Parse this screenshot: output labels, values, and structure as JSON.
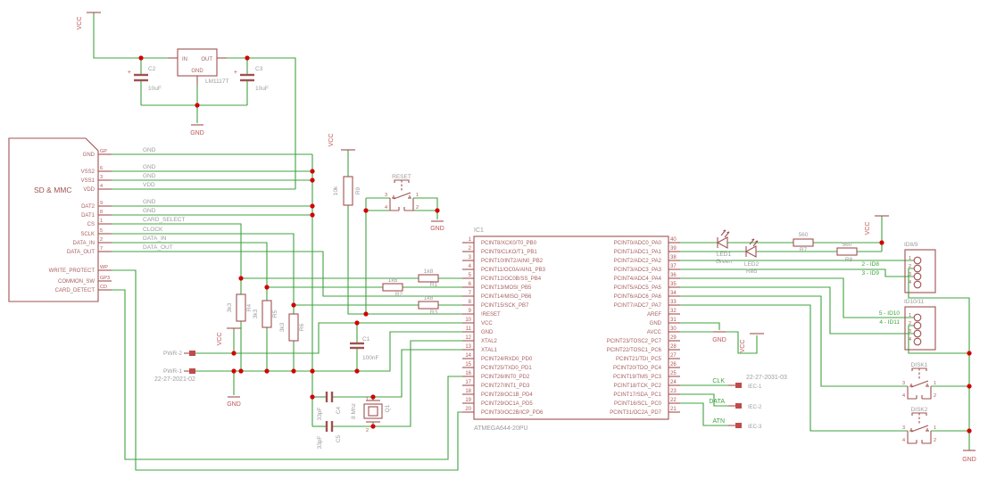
{
  "power": {
    "vcc": "VCC",
    "gnd": "GND"
  },
  "regulator": {
    "ref": "LM1117T",
    "pin_in": "IN",
    "pin_out": "OUT",
    "pin_gnd": "GND"
  },
  "capacitors": {
    "plus": "+",
    "c1": {
      "ref": "C1",
      "value": "100nF"
    },
    "c2": {
      "ref": "C2",
      "value": "10uF"
    },
    "c3": {
      "ref": "C3",
      "value": "10uF"
    },
    "c4": {
      "ref": "C4",
      "value": "33pF"
    },
    "c5": {
      "ref": "C5",
      "value": "33pF"
    }
  },
  "resistors": {
    "r1": {
      "ref": "R1",
      "value": "1k8"
    },
    "r2": {
      "ref": "R2",
      "value": "1k8"
    },
    "r3": {
      "ref": "R3",
      "value": "1k8"
    },
    "r4": {
      "ref": "R4",
      "value": "3k3"
    },
    "r5": {
      "ref": "R5",
      "value": "3k3"
    },
    "r6": {
      "ref": "R6",
      "value": "3k3"
    },
    "r7": {
      "ref": "R7",
      "value": "560"
    },
    "r8": {
      "ref": "R8",
      "value": "560"
    },
    "r9": {
      "ref": "R9",
      "value": "10k"
    }
  },
  "crystal": {
    "ref": "Q1",
    "value": "8 Mhz",
    "pin1": "1",
    "pin2": "2"
  },
  "leds": {
    "led1": {
      "ref": "LED1",
      "color": "Green"
    },
    "led2": {
      "ref": "LED2",
      "color": "Red"
    }
  },
  "switches": {
    "reset": {
      "name": "RESET"
    },
    "disk1": {
      "name": "DISK1"
    },
    "disk2": {
      "name": "DISK2"
    },
    "pins": {
      "p1": "1",
      "p2": "2",
      "p3": "3",
      "p4": "4"
    }
  },
  "sd": {
    "title": "SD & MMC",
    "pins": [
      {
        "name": "GND",
        "pad": "GP",
        "net": "GND"
      },
      {
        "name": "VSS2",
        "pad": "6",
        "net": "GND"
      },
      {
        "name": "VSS1",
        "pad": "3",
        "net": "GND"
      },
      {
        "name": "VDD",
        "pad": "4",
        "net": "VDD"
      },
      {
        "name": "DAT2",
        "pad": "9",
        "net": "GND"
      },
      {
        "name": "DAT1",
        "pad": "8",
        "net": "GND"
      },
      {
        "name": "CS",
        "pad": "1",
        "net": "CARD_SELECT"
      },
      {
        "name": "SCLK",
        "pad": "5",
        "net": "CLOCK"
      },
      {
        "name": "DATA_IN",
        "pad": "2",
        "net": "DATA_IN"
      },
      {
        "name": "DATA_OUT",
        "pad": "7",
        "net": "DATA_OUT"
      },
      {
        "name": "WRITE_PROTECT",
        "pad": "WP",
        "net": ""
      },
      {
        "name": "COMMON_SW",
        "pad": "GP3",
        "net": ""
      },
      {
        "name": "CARD_DETECT",
        "pad": "CD",
        "net": ""
      }
    ]
  },
  "ic1": {
    "ref": "IC1",
    "part": "ATMEGA644-20PU",
    "left": [
      {
        "num": "1",
        "name": "PCINT8/XCK0/T0_PB0"
      },
      {
        "num": "2",
        "name": "PCINT9/CLKO/T1_PB1"
      },
      {
        "num": "3",
        "name": "PCINT10/INT2/AIN0_PB2"
      },
      {
        "num": "4",
        "name": "PCINT11/OC0A/AIN1_PB3"
      },
      {
        "num": "5",
        "name": "PCINT12/OC0B/SS_PB4"
      },
      {
        "num": "6",
        "name": "PCINT13/MOSI_PB5"
      },
      {
        "num": "7",
        "name": "PCINT14/MISO_PB6"
      },
      {
        "num": "8",
        "name": "PCINT15/SCK_PB7"
      },
      {
        "num": "9",
        "name": "!RESET"
      },
      {
        "num": "10",
        "name": "VCC"
      },
      {
        "num": "11",
        "name": "GND"
      },
      {
        "num": "12",
        "name": "XTAL2"
      },
      {
        "num": "13",
        "name": "XTAL1"
      },
      {
        "num": "14",
        "name": "PCINT24/RXD0_PD0"
      },
      {
        "num": "15",
        "name": "PCINT25/TXD0_PD1"
      },
      {
        "num": "16",
        "name": "PCINT26/INT0_PD2"
      },
      {
        "num": "17",
        "name": "PCINT27/INT1_PD3"
      },
      {
        "num": "18",
        "name": "PCINT28/OC1B_PD4"
      },
      {
        "num": "19",
        "name": "PCINT29/OC1A_PD5"
      },
      {
        "num": "20",
        "name": "PCINT30/OC2B/ICP_PD6"
      }
    ],
    "right": [
      {
        "num": "40",
        "name": "PCINT0/ADC0_PA0"
      },
      {
        "num": "39",
        "name": "PCINT1/ADC1_PA1"
      },
      {
        "num": "38",
        "name": "PCINT2/ADC2_PA2"
      },
      {
        "num": "37",
        "name": "PCINT3/ADC3_PA3"
      },
      {
        "num": "36",
        "name": "PCINT4/ADC4_PA4"
      },
      {
        "num": "35",
        "name": "PCINT5/ADC5_PA5"
      },
      {
        "num": "34",
        "name": "PCINT6/ADC6_PA6"
      },
      {
        "num": "33",
        "name": "PCINT7/ADC7_PA7"
      },
      {
        "num": "32",
        "name": "AREF"
      },
      {
        "num": "31",
        "name": "GND"
      },
      {
        "num": "30",
        "name": "AVCC"
      },
      {
        "num": "29",
        "name": "PCINT23/TOSC2_PC7"
      },
      {
        "num": "28",
        "name": "PCINT22/TOSC1_PC6"
      },
      {
        "num": "27",
        "name": "PCINT21/TDI_PC5"
      },
      {
        "num": "26",
        "name": "PCINT20/TDO_PC4"
      },
      {
        "num": "25",
        "name": "PCINT19/TMS_PC3"
      },
      {
        "num": "24",
        "name": "PCINT18/TCK_PC2"
      },
      {
        "num": "23",
        "name": "PCINT17/SDA_PC1"
      },
      {
        "num": "22",
        "name": "PCINT16/SCL_PC0"
      },
      {
        "num": "21",
        "name": "PCINT31/OC2A_PD7"
      }
    ]
  },
  "connectors": {
    "id89": {
      "name": "ID8/9",
      "p1": "1",
      "p2": "2",
      "p3": "3",
      "p4": "4"
    },
    "id1011": {
      "name": "ID10/11",
      "p1": "1",
      "p2": "2",
      "p3": "3",
      "p4": "4"
    },
    "pwr": {
      "part": "22-27-2021-02",
      "pin1": "PWR-2",
      "pin2": "PWR-1"
    },
    "iec": {
      "part": "22-27-2031-03",
      "pin1": "IEC-1",
      "pin2": "IEC-2",
      "pin3": "IEC-3"
    }
  },
  "netlabels": {
    "id8": "2 - ID8",
    "id9": "3 - ID9",
    "id10": "5 - ID10",
    "id11": "4 - ID11",
    "clk": "CLK",
    "data": "DATA",
    "atn": "ATN"
  },
  "colors": {
    "wire": "#3fa33f",
    "symbol": "#a15050",
    "junction": "#d40000",
    "label_gray": "#9c9c9c",
    "label_green": "#3fa33f",
    "label_red": "#b05555"
  }
}
